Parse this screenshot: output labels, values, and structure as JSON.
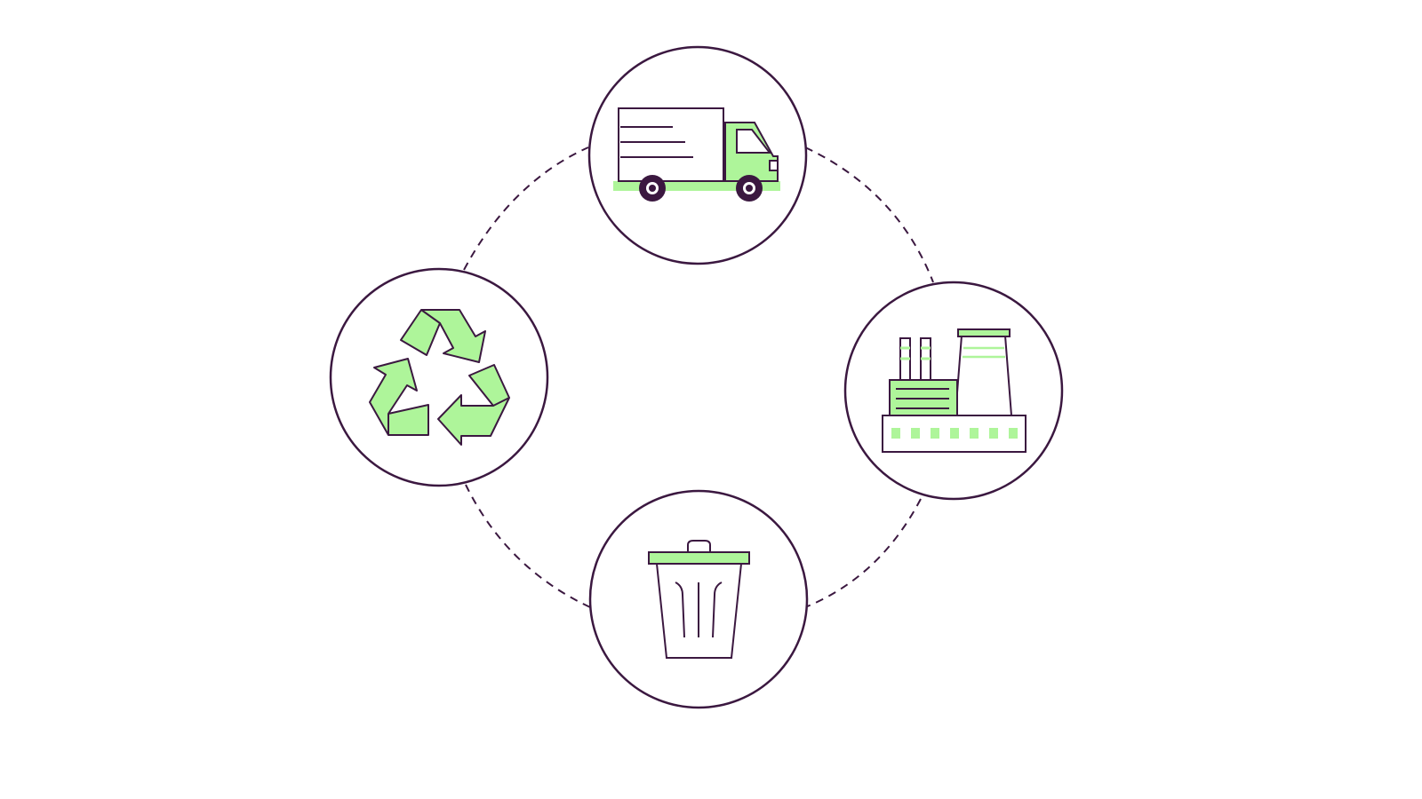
{
  "colors": {
    "background": "#ffffff",
    "outline": "#3b1840",
    "accent": "#aef59a"
  },
  "cycle": {
    "connector_style": "dashed",
    "nodes": [
      {
        "position": "top",
        "icon": "delivery-truck-icon"
      },
      {
        "position": "right",
        "icon": "factory-icon"
      },
      {
        "position": "bottom",
        "icon": "trash-can-icon"
      },
      {
        "position": "left",
        "icon": "recycle-icon"
      }
    ]
  }
}
